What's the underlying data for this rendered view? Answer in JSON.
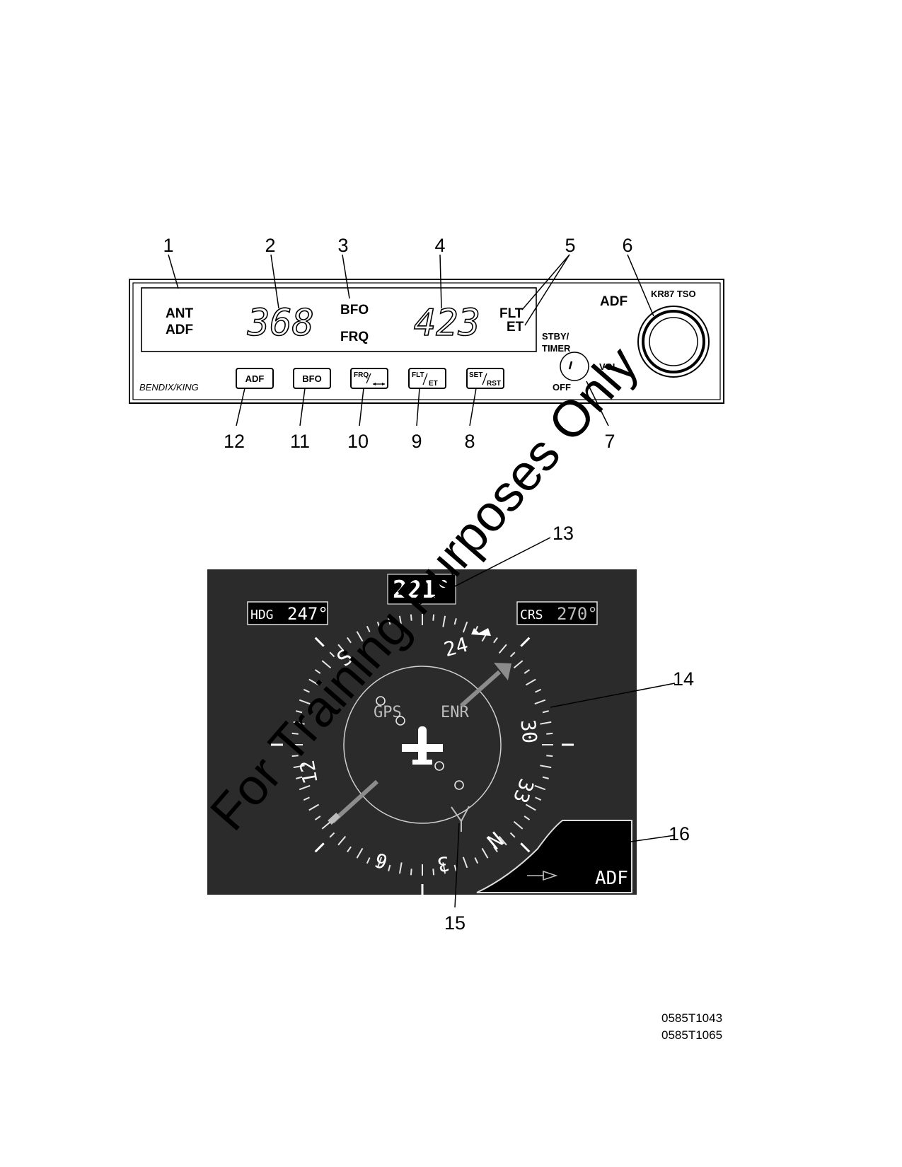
{
  "callouts": [
    "1",
    "2",
    "3",
    "4",
    "5",
    "6",
    "7",
    "8",
    "9",
    "10",
    "11",
    "12",
    "13",
    "14",
    "15",
    "16"
  ],
  "adf_panel": {
    "mode_ant": "ANT",
    "mode_adf": "ADF",
    "active_freq": "368",
    "ann_bfo": "BFO",
    "ann_frq": "FRQ",
    "standby_freq": "423",
    "ann_flt": "FLT",
    "ann_et": "ET",
    "unit_label": "ADF",
    "model_label": "KR87  TSO",
    "stby_timer": "STBY/\nTIMER",
    "stby_line1": "STBY/",
    "stby_line2": "TIMER",
    "vol_label": "VOL",
    "off_label": "OFF",
    "brand": "BENDIX/KING",
    "buttons": {
      "adf": "ADF",
      "bfo": "BFO",
      "frq_top": "FRQ",
      "flt_top": "FLT",
      "flt_bottom": "ET",
      "set_top": "SET",
      "set_bottom": "RST"
    }
  },
  "hsi": {
    "bearing_readout": "221°",
    "hdg_label": "HDG",
    "hdg_value": "247°",
    "crs_label": "CRS",
    "crs_value": "270°",
    "compass_labels": [
      "24",
      "30",
      "33",
      "N",
      "3",
      "6",
      "12",
      "S"
    ],
    "gps_label": "GPS",
    "enr_label": "ENR",
    "source_label": "ADF"
  },
  "reference_codes": [
    "0585T1043",
    "0585T1065"
  ],
  "watermark": "For Training Purposes Only",
  "colors": {
    "display_bg": "#2b2b2b",
    "pointer": "#8c8c8c",
    "symbol_white": "#ffffff"
  }
}
